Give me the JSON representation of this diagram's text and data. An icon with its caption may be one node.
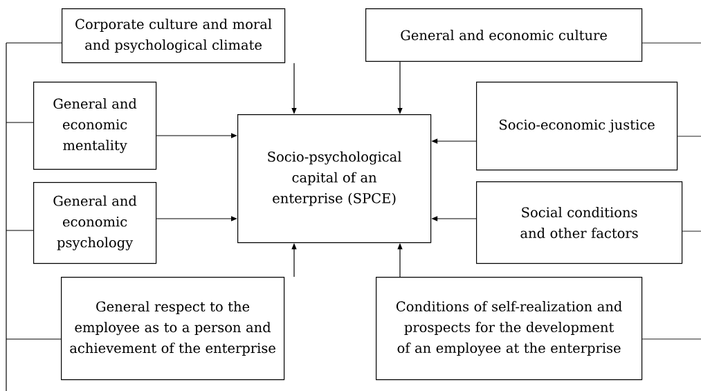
{
  "diagram": {
    "nodes": [
      {
        "text": [
          "Corporate culture and moral and psychological climate"
        ]
      },
      {
        "text": [
          "General and economic culture"
        ]
      },
      {
        "text": [
          "General and economic mentality"
        ]
      },
      {
        "text": [
          "Socio-psychological capital of an enterprise (SPCE)"
        ]
      },
      {
        "text": [
          "Socio-economic justice"
        ]
      },
      {
        "text": [
          "General and economic psychology"
        ]
      },
      {
        "text": [
          "Social conditions and other factors"
        ]
      },
      {
        "text": [
          "General respect to the employee as to a person and achievement of the enterprise"
        ]
      },
      {
        "text": [
          "Conditions of self-realization and prospects for the development of an employee at the enterprise"
        ]
      }
    ],
    "edges": [
      {
        "from": 0,
        "to": 3,
        "arrow": "to"
      },
      {
        "from": 1,
        "to": 3,
        "arrow": "to"
      },
      {
        "from": 2,
        "to": 3,
        "arrow": "to"
      },
      {
        "from": 4,
        "to": 3,
        "arrow": "to"
      },
      {
        "from": 5,
        "to": 3,
        "arrow": "to"
      },
      {
        "from": 6,
        "to": 3,
        "arrow": "to"
      },
      {
        "from": 7,
        "to": 3,
        "arrow": "to"
      },
      {
        "from": 8,
        "to": 3,
        "arrow": "to"
      },
      {
        "from": 0,
        "to": null,
        "arrow": "none"
      },
      {
        "from": 2,
        "to": null,
        "arrow": "none"
      },
      {
        "from": 5,
        "to": null,
        "arrow": "none"
      },
      {
        "from": 7,
        "to": null,
        "arrow": "none"
      },
      {
        "from": 1,
        "to": null,
        "arrow": "none"
      },
      {
        "from": 4,
        "to": null,
        "arrow": "none"
      },
      {
        "from": 6,
        "to": null,
        "arrow": "none"
      },
      {
        "from": 8,
        "to": null,
        "arrow": "none"
      }
    ]
  }
}
